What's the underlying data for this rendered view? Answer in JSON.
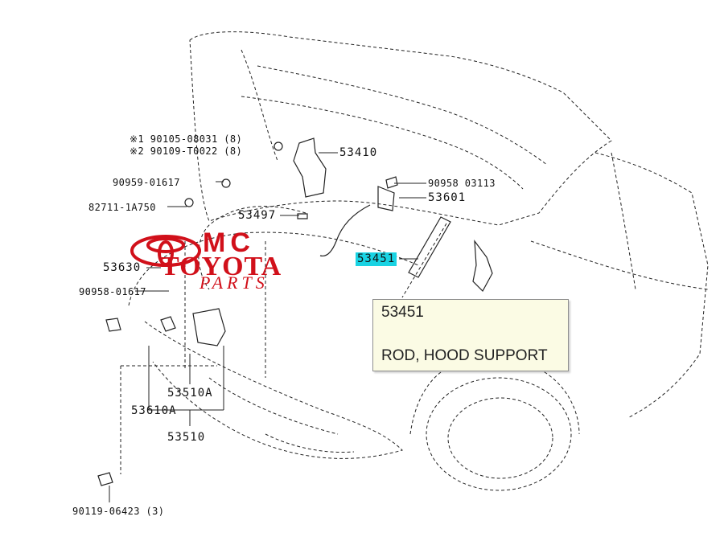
{
  "colors": {
    "line": "#222222",
    "highlight": "#19d3e3",
    "logo": "#d1101a",
    "tooltip_bg": "#fbfbe4"
  },
  "labels": {
    "note_bolt_1": "※1 90105-08031 (8)",
    "note_bolt_2": "※2 90109-T0022 (8)",
    "p_53410": "53410",
    "p_90959_01617_top": "90959-01617",
    "p_90958_03113": "90958 03113",
    "p_53601": "53601",
    "p_82711_1A750": "82711-1A750",
    "p_53497": "53497",
    "p_53451": "53451",
    "p_53630": "53630",
    "p_90958_01617": "90958-01617",
    "p_53510A": "53510A",
    "p_53610A": "53610A",
    "p_53510": "53510",
    "p_90119_06423": "90119-06423 (3)"
  },
  "tooltip": {
    "part_number": "53451",
    "description": "ROD, HOOD SUPPORT"
  },
  "watermark": {
    "line1": "MC",
    "line2": "TOYOTA",
    "line3": "PARTS",
    "emblem": "toyota-emblem"
  }
}
